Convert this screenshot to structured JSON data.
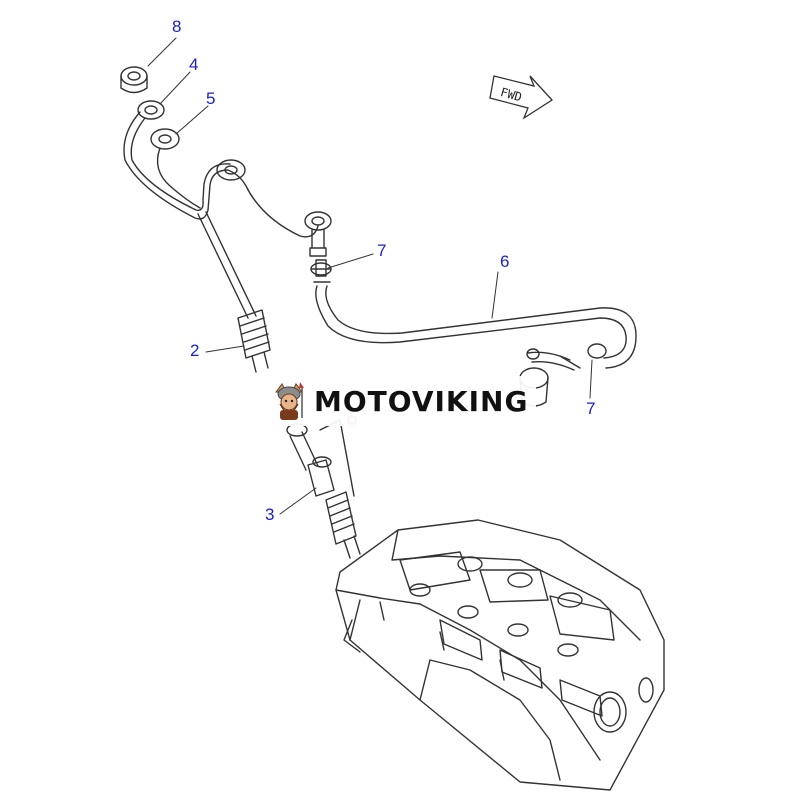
{
  "diagram": {
    "callouts": [
      {
        "id": "8",
        "label": "8"
      },
      {
        "id": "4",
        "label": "4"
      },
      {
        "id": "5",
        "label": "5"
      },
      {
        "id": "7a",
        "label": "7"
      },
      {
        "id": "6",
        "label": "6"
      },
      {
        "id": "2",
        "label": "2"
      },
      {
        "id": "7b",
        "label": "7"
      },
      {
        "id": "3",
        "label": "3"
      }
    ],
    "direction_marker": "FWD"
  },
  "watermark": {
    "brand": "MOTOVIKING",
    "logo": "viking-mascot-icon"
  },
  "colors": {
    "callout": "#1a22c8",
    "line": "#333333",
    "brand_text": "#111111",
    "accent": "#c0392b"
  }
}
